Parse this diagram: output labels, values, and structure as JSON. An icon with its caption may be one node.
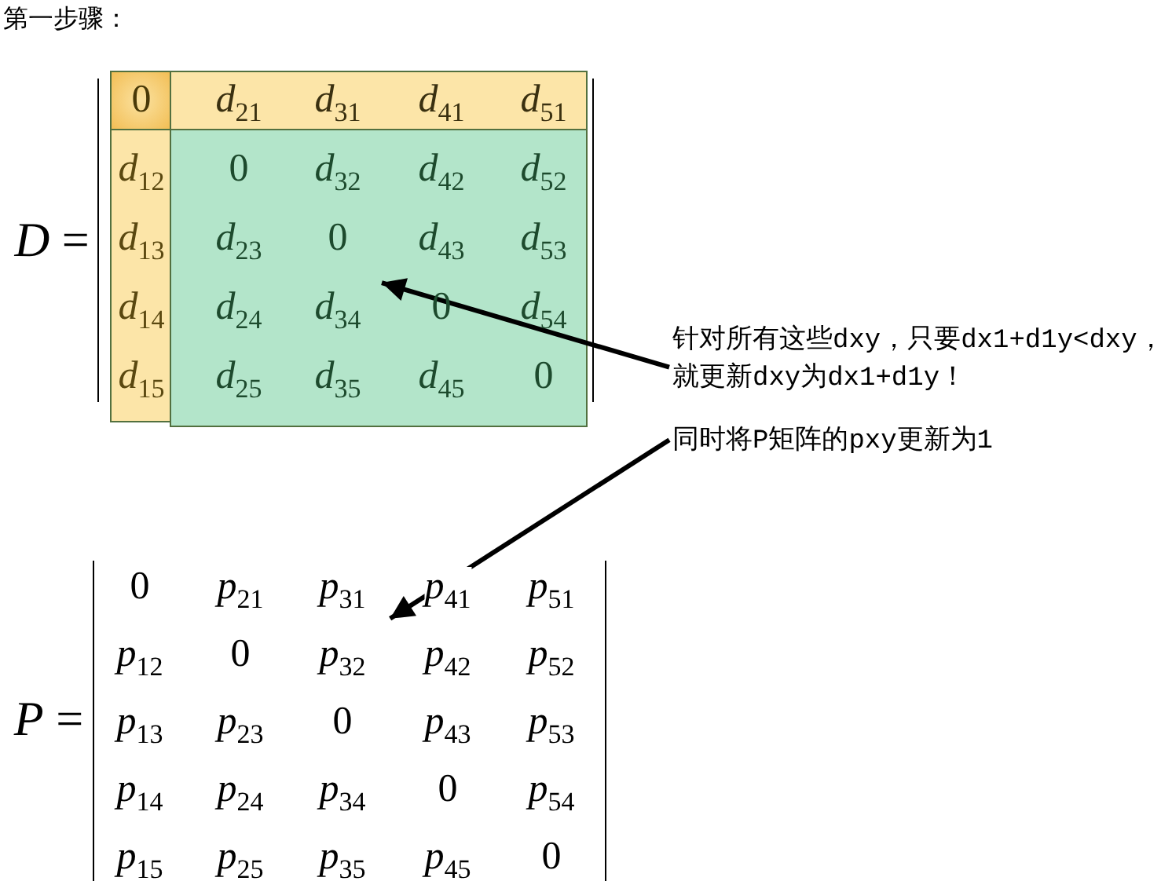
{
  "diagram": {
    "title": "第一步骤：",
    "nodes": [
      {
        "text": [],
        "shape": "box"
      },
      {
        "text": [
          "针对所有这些dxy，只要dx1+d1y<dxy，就更新dxy为dx1+d1y！"
        ]
      },
      {
        "text": [
          "同时将P矩阵的pxy更新为1"
        ]
      },
      {
        "text": [],
        "shape": "bracket"
      }
    ],
    "edges": [
      {
        "from": 1,
        "to": 0,
        "arrow": "to"
      },
      {
        "from": 2,
        "to": 3,
        "arrow": "to"
      }
    ],
    "labels": [
      "*D* =",
      "0",
      "*d*$_{21}$",
      "*d*$_{31}$",
      "*d*$_{41}$",
      "*d*$_{51}$",
      "*d*$_{12}$",
      "0",
      "*d*$_{32}$",
      "*d*$_{42}$",
      "*d*$_{52}$",
      "*d*$_{13}$",
      "*d*$_{23}$",
      "0",
      "*d*$_{43}$",
      "*d*$_{53}$",
      "*d*$_{14}$",
      "*d*$_{24}$",
      "*d*$_{34}$",
      "0",
      "*d*$_{54}$",
      "*d*$_{15}$",
      "*d*$_{25}$",
      "*d*$_{35}$",
      "*d*$_{45}$",
      "0",
      "*P* =",
      "0",
      "*p*$_{21}$",
      "*p*$_{31}$",
      "*p*$_{41}$",
      "*p*$_{51}$",
      "*p*$_{12}$",
      "0",
      "*p*$_{32}$",
      "*p*$_{42}$",
      "*p*$_{52}$",
      "*p*$_{13}$",
      "*p*$_{23}$",
      "0",
      "*p*$_{43}$",
      "*p*$_{53}$",
      "*p*$_{14}$",
      "*p*$_{24}$",
      "*p*$_{34}$",
      "0",
      "*p*$_{54}$",
      "*p*$_{15}$",
      "*p*$_{25}$",
      "*p*$_{35}$",
      "*p*$_{45}$",
      "0"
    ]
  }
}
